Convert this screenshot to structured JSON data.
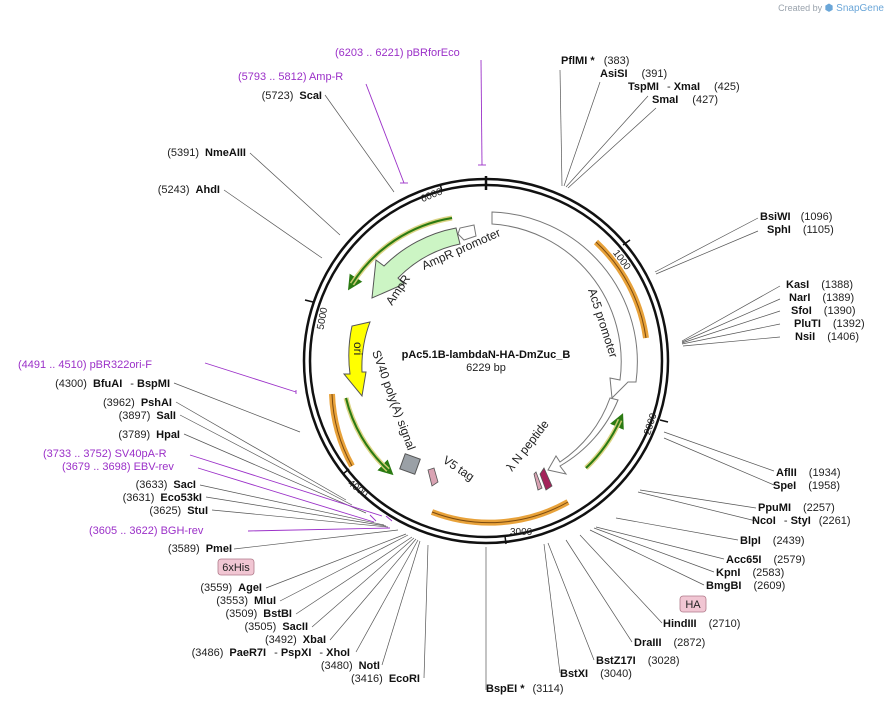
{
  "credit": {
    "prefix": "Created by",
    "brand": "SnapGene"
  },
  "plasmid": {
    "name": "pAc5.1B-lambdaN-HA-DmZuc_B",
    "size": "6229 bp"
  },
  "ticks": [
    "1000",
    "2000",
    "3000",
    "4000",
    "5000",
    "6000"
  ],
  "features": {
    "ampr_promoter": "AmpR promoter",
    "ampr": "AmpR",
    "ori": "ori",
    "sv40": "SV40 poly(A) signal",
    "v5": "V5 tag",
    "lambda": "λ N peptide",
    "ac5": "Ac5 promoter"
  },
  "badges": {
    "his": "6xHis",
    "ha": "HA"
  },
  "primers": [
    {
      "pos": "(6203 .. 6221)",
      "name": "pBRforEco"
    },
    {
      "pos": "(5793 .. 5812)",
      "name": "Amp-R"
    },
    {
      "pos": "(4491 .. 4510)",
      "name": "pBR322ori-F"
    },
    {
      "pos": "(3733 .. 3752)",
      "name": "SV40pA-R"
    },
    {
      "pos": "(3679 .. 3698)",
      "name": "EBV-rev"
    },
    {
      "pos": "(3605 .. 3622)",
      "name": "BGH-rev"
    }
  ],
  "sites": [
    {
      "name": "PflMI *",
      "pos": "(383)"
    },
    {
      "name": "AsiSI",
      "pos": "(391)"
    },
    {
      "name": "TspMI",
      "sep": "- ",
      "name2": "XmaI",
      "pos": "(425)"
    },
    {
      "name": "SmaI",
      "pos": "(427)"
    },
    {
      "name": "BsiWI",
      "pos": "(1096)"
    },
    {
      "name": "SphI",
      "pos": "(1105)"
    },
    {
      "name": "KasI",
      "pos": "(1388)"
    },
    {
      "name": "NarI",
      "pos": "(1389)"
    },
    {
      "name": "SfoI",
      "pos": "(1390)"
    },
    {
      "name": "PluTI",
      "pos": "(1392)"
    },
    {
      "name": "NsiI",
      "pos": "(1406)"
    },
    {
      "name": "AflII",
      "pos": "(1934)"
    },
    {
      "name": "SpeI",
      "pos": "(1958)"
    },
    {
      "name": "PpuMI",
      "pos": "(2257)"
    },
    {
      "name": "NcoI",
      "sep": "- ",
      "name2": "StyI",
      "pos": "(2261)"
    },
    {
      "name": "BlpI",
      "pos": "(2439)"
    },
    {
      "name": "Acc65I",
      "pos": "(2579)"
    },
    {
      "name": "KpnI",
      "pos": "(2583)"
    },
    {
      "name": "BmgBI",
      "pos": "(2609)"
    },
    {
      "name": "HindIII",
      "pos": "(2710)"
    },
    {
      "name": "DraIII",
      "pos": "(2872)"
    },
    {
      "name": "BstZ17I",
      "pos": "(3028)"
    },
    {
      "name": "BstXI",
      "pos": "(3040)"
    },
    {
      "name": "BspEI *",
      "pos": "(3114)"
    },
    {
      "pos": "(3416)",
      "name": "EcoRI"
    },
    {
      "pos": "(3480)",
      "name": "NotI"
    },
    {
      "pos": "(3486)",
      "name": "PaeR7I",
      "sep": "- ",
      "name2": "PspXI",
      "sep2": "- ",
      "name3": "XhoI"
    },
    {
      "pos": "(3492)",
      "name": "XbaI"
    },
    {
      "pos": "(3505)",
      "name": "SacII"
    },
    {
      "pos": "(3509)",
      "name": "BstBI"
    },
    {
      "pos": "(3553)",
      "name": "MluI"
    },
    {
      "pos": "(3559)",
      "name": "AgeI"
    },
    {
      "pos": "(3589)",
      "name": "PmeI"
    },
    {
      "pos": "(3625)",
      "name": "StuI"
    },
    {
      "pos": "(3631)",
      "name": "Eco53kI"
    },
    {
      "pos": "(3633)",
      "name": "SacI"
    },
    {
      "pos": "(3789)",
      "name": "HpaI"
    },
    {
      "pos": "(3897)",
      "name": "SalI"
    },
    {
      "pos": "(3962)",
      "name": "PshAI"
    },
    {
      "pos": "(4300)",
      "name": "BfuAI",
      "sep": "- ",
      "name2": "BspMI"
    },
    {
      "pos": "(5243)",
      "name": "AhdI"
    },
    {
      "pos": "(5391)",
      "name": "NmeAIII"
    },
    {
      "pos": "(5723)",
      "name": "ScaI"
    }
  ]
}
